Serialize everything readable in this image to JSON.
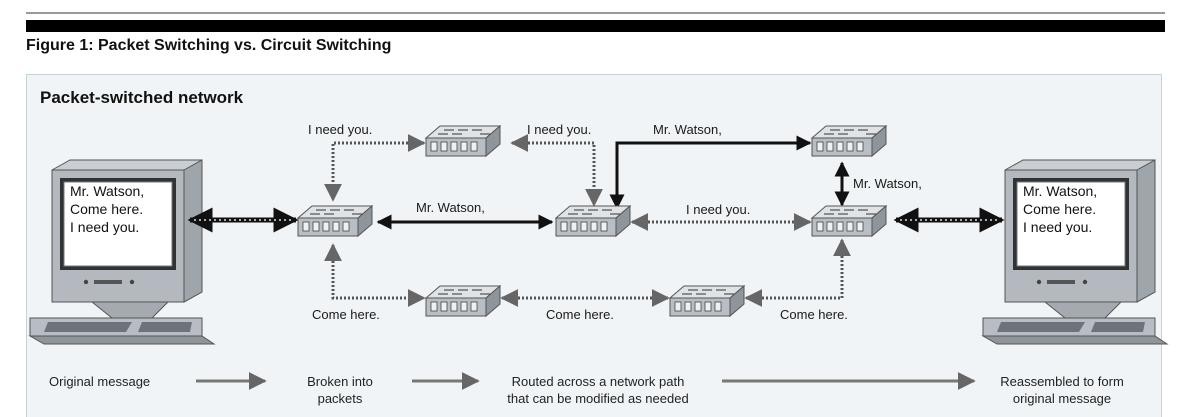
{
  "figure_title": "Figure 1: Packet Switching vs. Circuit Switching",
  "panel_title": "Packet-switched network",
  "screens": {
    "left": [
      "Mr. Watson,",
      "Come here.",
      "I need you."
    ],
    "right": [
      "Mr. Watson,",
      "Come here.",
      "I need you."
    ]
  },
  "labels": {
    "top_left": "I need you.",
    "top_mid": "I need you.",
    "top_right": "Mr. Watson,",
    "right_vertical": "Mr. Watson,",
    "mid_left": "Mr. Watson,",
    "mid_right": "I need you.",
    "bottom_left": "Come here.",
    "bottom_mid": "Come here.",
    "bottom_right": "Come here."
  },
  "steps": {
    "original": "Original message",
    "broken_1": "Broken into",
    "broken_2": "packets",
    "routed_1": "Routed across a network path",
    "routed_2": "that can be modified as needed",
    "reassembled_1": "Reassembled to form",
    "reassembled_2": "original message"
  }
}
